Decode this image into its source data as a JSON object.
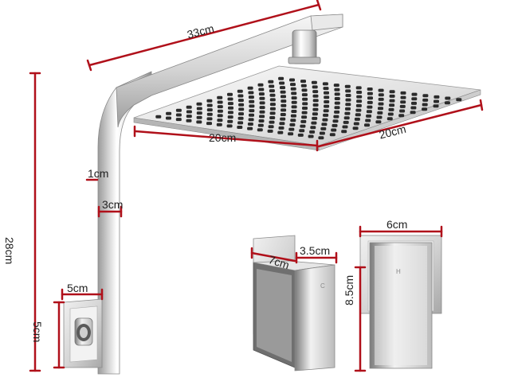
{
  "product": {
    "colors": {
      "dimension_line": "#b0101a",
      "chrome_light": "#f4f4f4",
      "chrome_mid": "#cfcfcf",
      "chrome_dark": "#8a8a8a",
      "nozzle": "#2b2b2b"
    },
    "dimensions": {
      "arm_length": "33cm",
      "head_depth": "20cm",
      "head_width": "20cm",
      "pipe_thickness": "1cm",
      "pipe_width": "3cm",
      "arm_height": "28cm",
      "base_width": "5cm",
      "base_height": "5cm",
      "mixer_depth": "7cm",
      "mixer_width": "3.5cm",
      "mixer_height": "8.5cm",
      "plate_width": "6cm"
    },
    "markings": {
      "cold": "C",
      "hot": "H"
    }
  }
}
